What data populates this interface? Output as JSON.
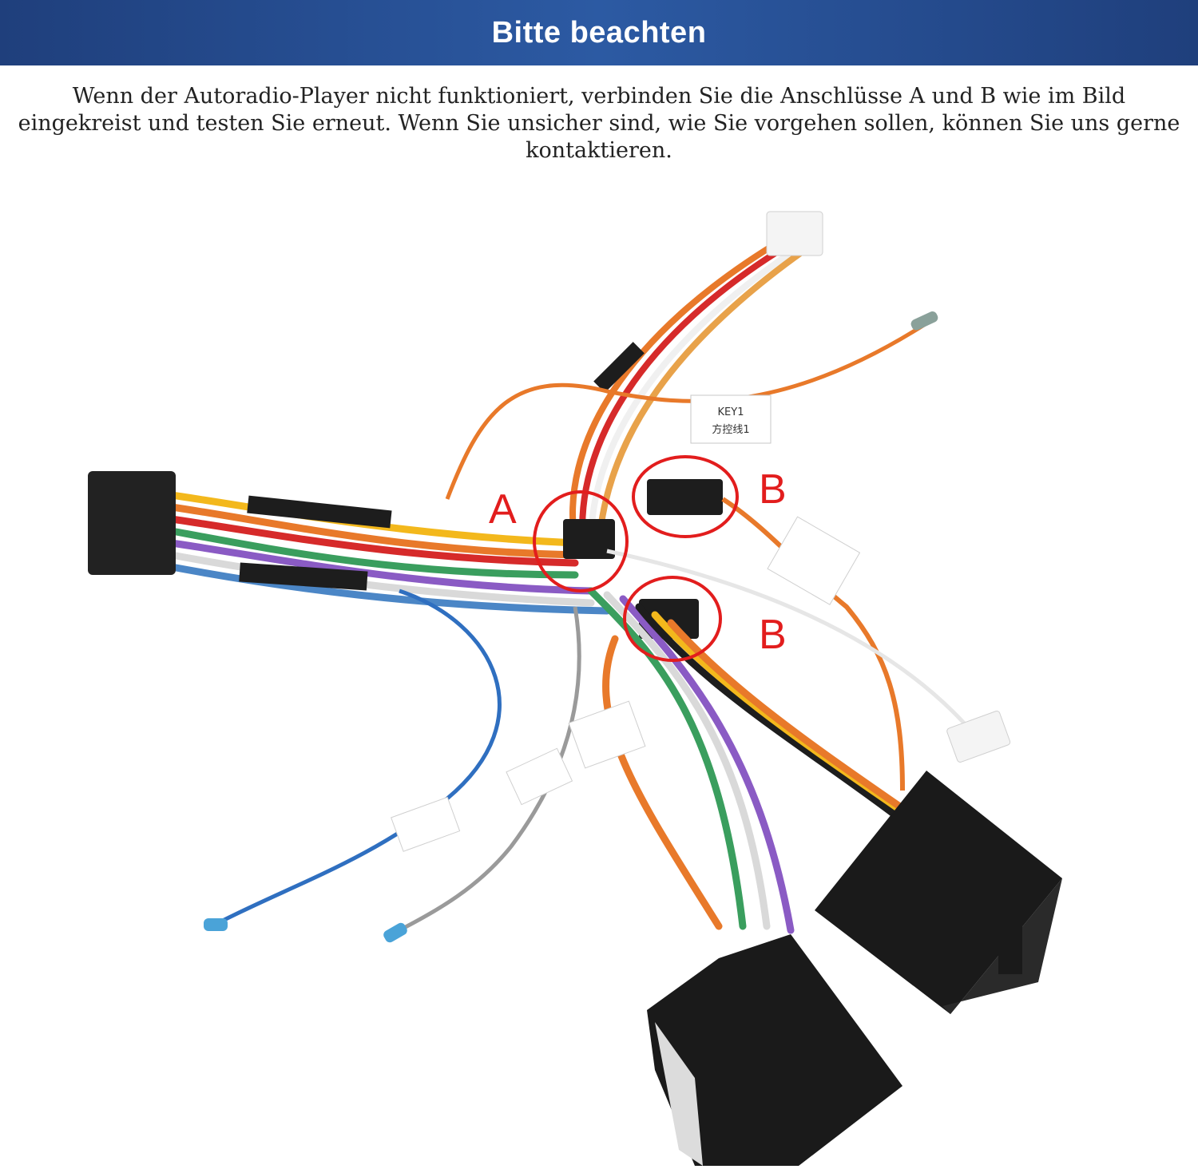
{
  "banner": {
    "title": "Bitte beachten"
  },
  "notice": {
    "text": "Wenn der Autoradio-Player nicht funktioniert, verbinden Sie die Anschlüsse A und B wie im Bild eingekreist und testen Sie erneut. Wenn Sie unsicher sind, wie Sie vorgehen sollen, können Sie uns gerne kontaktieren."
  },
  "figure": {
    "callouts": {
      "a": "A",
      "b_top": "B",
      "b_bottom": "B"
    },
    "tags": {
      "key_line1": "KEY1",
      "key_line2": "方控线1"
    },
    "colors": {
      "callout": "#e21d1d",
      "connector": "#1a1a1a"
    }
  }
}
